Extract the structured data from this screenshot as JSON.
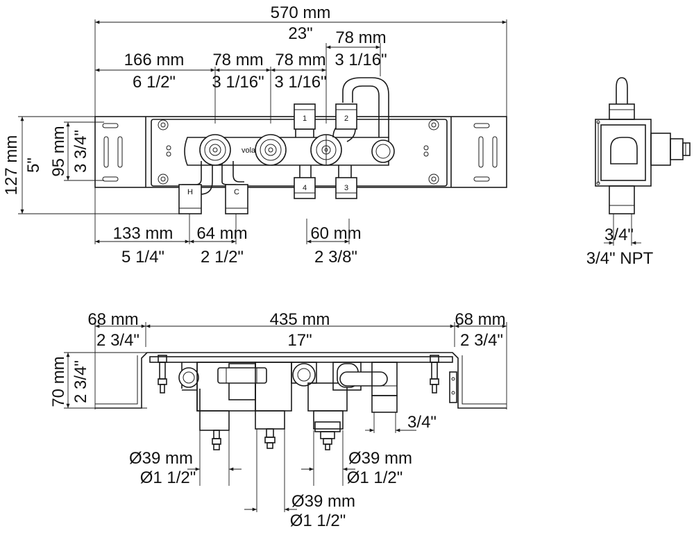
{
  "front_view": {
    "overall_width": {
      "mm": "570 mm",
      "inch": "23\""
    },
    "seg_166": {
      "mm": "166 mm",
      "inch": "6 1/2\""
    },
    "seg_78_a": {
      "mm": "78 mm",
      "inch": "3 1/16\""
    },
    "seg_78_b": {
      "mm": "78 mm",
      "inch": "3 1/16\""
    },
    "seg_78_top": {
      "mm": "78 mm",
      "inch": "3 1/16\""
    },
    "height_127": {
      "mm": "127 mm",
      "inch": "5\""
    },
    "height_95": {
      "mm": "95 mm",
      "inch": "3 3/4\""
    },
    "bottom_133": {
      "mm": "133 mm",
      "inch": "5 1/4\""
    },
    "bottom_64": {
      "mm": "64 mm",
      "inch": "2 1/2\""
    },
    "bottom_60": {
      "mm": "60 mm",
      "inch": "2 3/8\""
    },
    "port_labels": [
      "1",
      "2",
      "4",
      "3"
    ],
    "inlet_labels": [
      "H",
      "C"
    ],
    "brand": "vola"
  },
  "side_view": {
    "thread_inch": "3/4\"",
    "thread_npt": "3/4\" NPT"
  },
  "top_view": {
    "left_68": {
      "mm": "68 mm",
      "inch": "2 3/4\""
    },
    "center_435": {
      "mm": "435 mm",
      "inch": "17\""
    },
    "right_68": {
      "mm": "68 mm",
      "inch": "2 3/4\""
    },
    "height_70": {
      "mm": "70 mm",
      "inch": "2 3/4\""
    },
    "pipe_34": "3/4\"",
    "dia_left": {
      "mm": "Ø39 mm",
      "inch": "Ø1 1/2\""
    },
    "dia_right": {
      "mm": "Ø39 mm",
      "inch": "Ø1 1/2\""
    },
    "dia_bottom": {
      "mm": "Ø39 mm",
      "inch": "Ø1 1/2\""
    }
  }
}
